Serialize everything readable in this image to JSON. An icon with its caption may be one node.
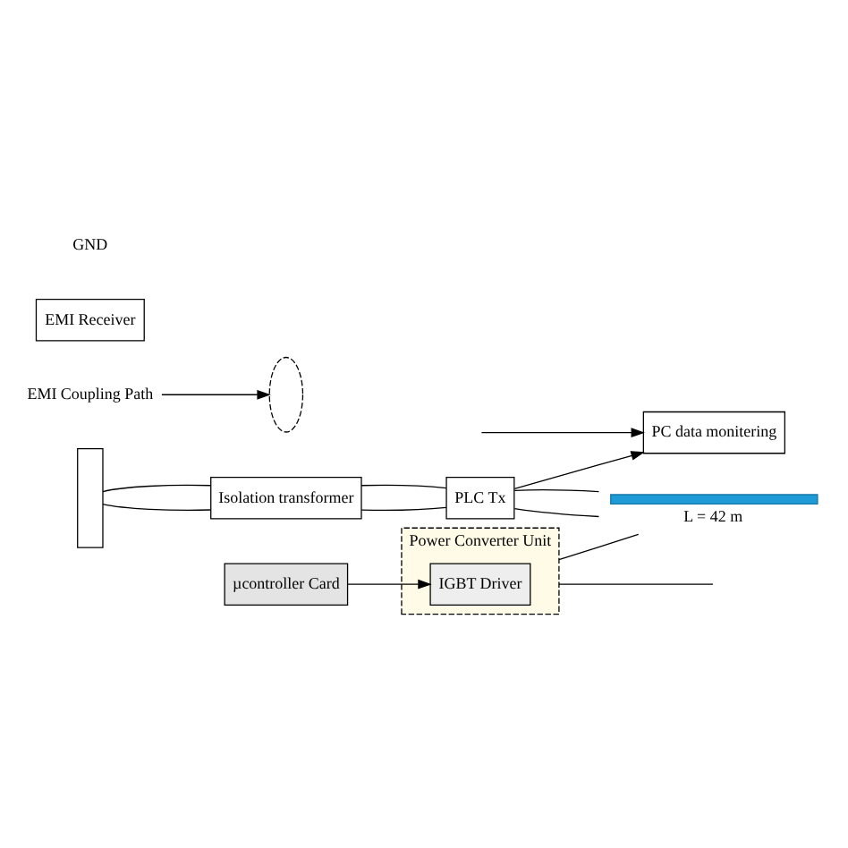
{
  "diagram": {
    "nodes": [
      {
        "text": [],
        "shape": "box"
      },
      {
        "text": [
          "Isolation transformer"
        ]
      },
      {
        "text": [
          "PLC Tx"
        ]
      },
      {
        "text": [
          "PC data monitering"
        ]
      },
      {
        "text": [
          "EMI Coupling Path"
        ]
      },
      {
        "text": [],
        "shape": "ellipse"
      },
      {
        "text": [],
        "shape": "bar",
        "beside": [
          "L = 42 m"
        ]
      },
      {
        "text": [
          "Power Converter Unit"
        ]
      },
      {
        "text": [
          "IGBT Driver"
        ],
        "in": 7
      },
      {
        "text": [
          "µcontroller Card"
        ]
      },
      {
        "text": [
          "EMI Receiver"
        ]
      }
    ],
    "edges": [
      {
        "from": 0,
        "to": 1,
        "arrow": "none"
      },
      {
        "from": 0,
        "to": 1,
        "arrow": "none"
      },
      {
        "from": 1,
        "to": 2,
        "arrow": "none"
      },
      {
        "from": 1,
        "to": 2,
        "arrow": "none"
      },
      {
        "from": 2,
        "to": 3,
        "arrow": "to"
      },
      {
        "from": null,
        "to": 3,
        "arrow": "to"
      },
      {
        "from": 4,
        "to": 5,
        "arrow": "to"
      },
      {
        "from": 2,
        "to": 6,
        "arrow": "none"
      },
      {
        "from": 2,
        "to": 6,
        "arrow": "none"
      },
      {
        "from": 7,
        "to": 6,
        "arrow": "none"
      },
      {
        "from": 7,
        "to": null,
        "arrow": "none"
      },
      {
        "from": 9,
        "to": 8,
        "arrow": "to"
      }
    ],
    "labels": [
      "GND"
    ]
  }
}
